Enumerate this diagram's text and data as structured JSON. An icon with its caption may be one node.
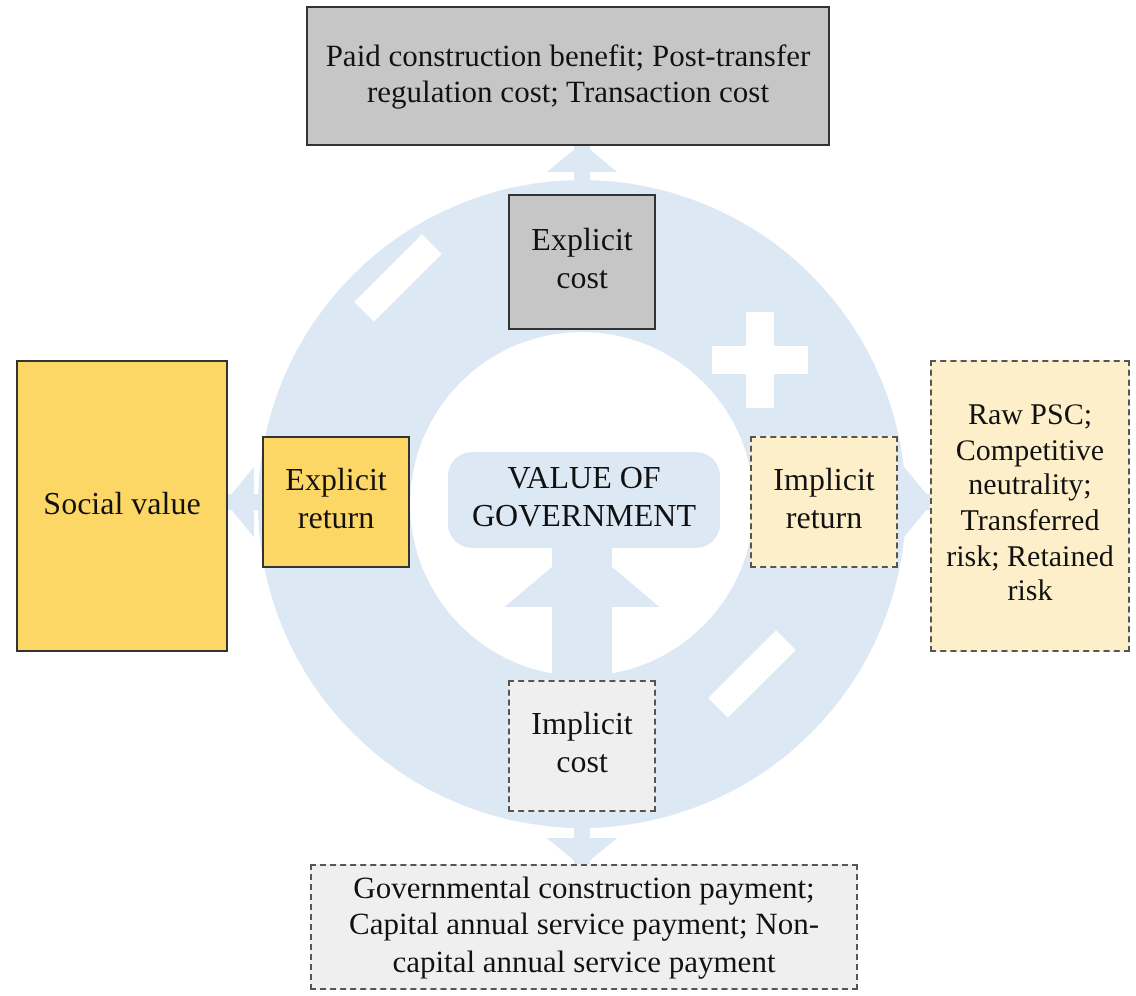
{
  "diagram": {
    "nodes": [
      {
        "text": [
          "Paid construction benefit; Post-transfer regulation cost; Transaction cost"
        ]
      },
      {
        "text": [
          "Explicit cost"
        ]
      },
      {
        "text": [
          "Social value"
        ]
      },
      {
        "text": [
          "Explicit return"
        ]
      },
      {
        "text": [
          "VALUE OF GOVERNMENT"
        ]
      },
      {
        "text": [
          "Implicit return"
        ]
      },
      {
        "text": [
          "Raw PSC; Competitive neutrality; Transferred risk; Retained risk"
        ]
      },
      {
        "text": [
          "Implicit cost"
        ]
      },
      {
        "text": [
          "Governmental construction payment; Capital annual service payment; Non-capital annual service payment"
        ]
      }
    ],
    "edges": [
      {
        "from": 1,
        "to": 0,
        "arrow": "to",
        "color": "#dce8f4"
      },
      {
        "from": 3,
        "to": 2,
        "arrow": "to",
        "color": "#dce8f4"
      },
      {
        "from": 5,
        "to": 6,
        "arrow": "to",
        "color": "#dce8f4"
      },
      {
        "from": 7,
        "to": 4,
        "arrow": "to",
        "style": "thick",
        "color": "#dce8f4"
      },
      {
        "from": 7,
        "to": 8,
        "arrow": "to",
        "color": "#dce8f4"
      }
    ]
  }
}
